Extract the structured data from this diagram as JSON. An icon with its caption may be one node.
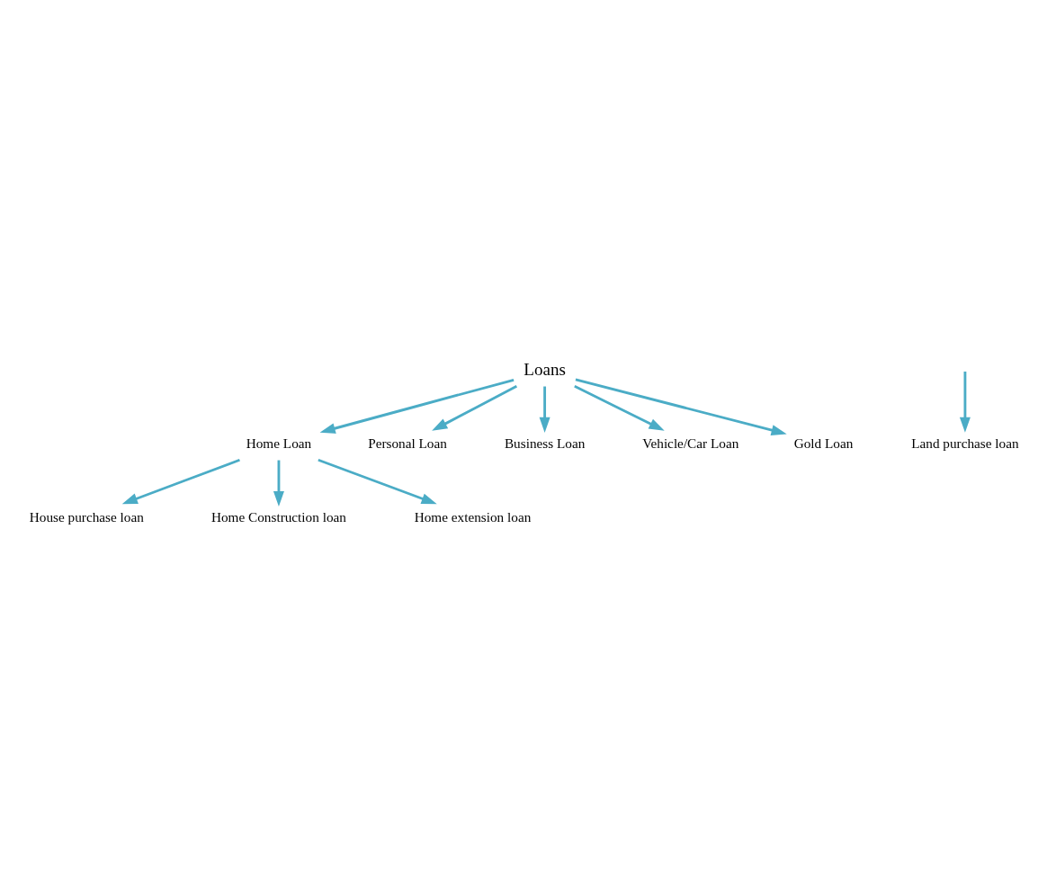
{
  "diagram": {
    "nodes": [
      {
        "text": [
          "Loans"
        ]
      },
      {
        "text": [
          "Home Loan"
        ]
      },
      {
        "text": [
          "Personal Loan"
        ]
      },
      {
        "text": [
          "Business Loan"
        ]
      },
      {
        "text": [
          "Vehicle/Car Loan"
        ]
      },
      {
        "text": [
          "Gold Loan"
        ]
      },
      {
        "text": [
          "House purchase loan"
        ]
      },
      {
        "text": [
          "Home Construction loan"
        ]
      },
      {
        "text": [
          "Home extension loan"
        ]
      },
      {
        "text": [
          "Land purchase loan"
        ]
      }
    ],
    "edges": [
      {
        "from": 0,
        "to": 1,
        "arrow": "to"
      },
      {
        "from": 0,
        "to": 2,
        "arrow": "to"
      },
      {
        "from": 0,
        "to": 3,
        "arrow": "to"
      },
      {
        "from": 0,
        "to": 4,
        "arrow": "to"
      },
      {
        "from": 0,
        "to": 5,
        "arrow": "to"
      },
      {
        "from": 1,
        "to": 6,
        "arrow": "to"
      },
      {
        "from": 1,
        "to": 7,
        "arrow": "to"
      },
      {
        "from": 1,
        "to": 8,
        "arrow": "to"
      },
      {
        "from": null,
        "to": 9,
        "arrow": "to"
      }
    ]
  }
}
